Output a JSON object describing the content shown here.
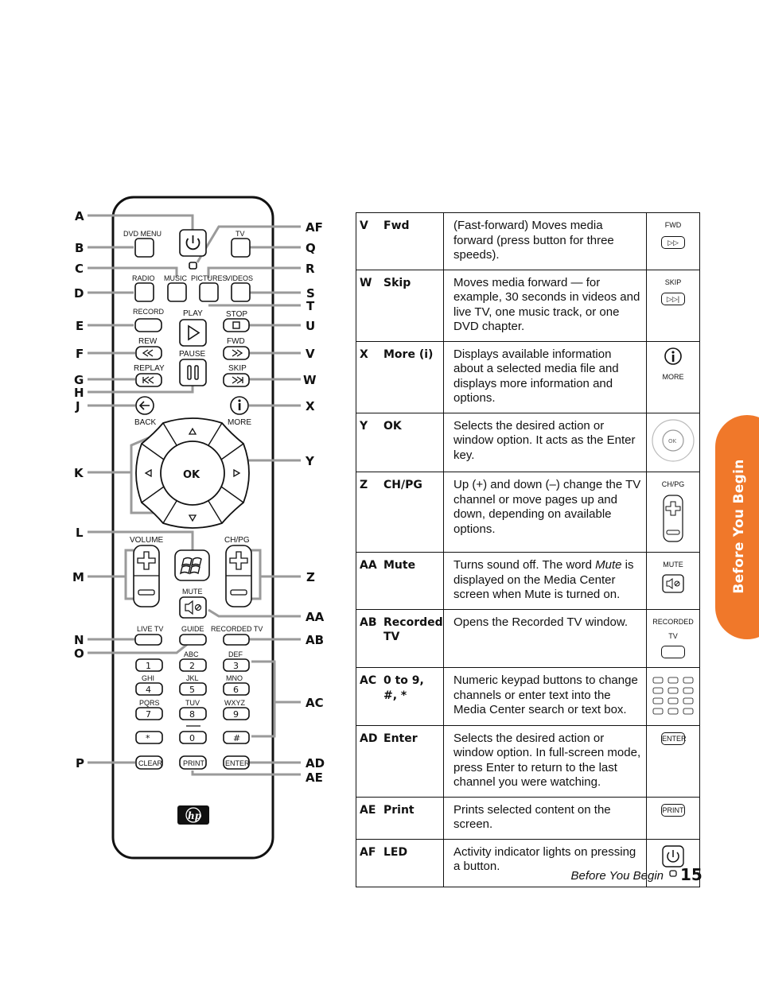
{
  "callouts": [
    "A",
    "B",
    "C",
    "D",
    "E",
    "F",
    "G",
    "H",
    "J",
    "K",
    "L",
    "M",
    "N",
    "O",
    "P",
    "AF",
    "Q",
    "R",
    "S",
    "T",
    "U",
    "V",
    "W",
    "X",
    "Y",
    "Z",
    "AA",
    "AB",
    "AC",
    "AD",
    "AE"
  ],
  "remote": {
    "dvd_menu": "DVD MENU",
    "tv": "TV",
    "radio": "RADIO",
    "music": "MUSIC",
    "pictures": "PICTURES",
    "videos": "VIDEOS",
    "record": "RECORD",
    "play": "PLAY",
    "stop": "STOP",
    "rew": "REW",
    "pause": "PAUSE",
    "fwd": "FWD",
    "replay": "REPLAY",
    "skip": "SKIP",
    "back": "BACK",
    "more": "MORE",
    "ok": "OK",
    "volume": "VOLUME",
    "chpg": "CH/PG",
    "mute": "MUTE",
    "live_tv": "LIVE TV",
    "guide": "GUIDE",
    "recorded_tv": "RECORDED TV",
    "clear": "CLEAR",
    "print": "PRINT",
    "enter": "ENTER",
    "keypad_letters": [
      "ABC",
      "DEF",
      "GHI",
      "JKL",
      "MNO",
      "PQRS",
      "TUV",
      "WXYZ"
    ],
    "keypad_digits": [
      "1",
      "2",
      "3",
      "4",
      "5",
      "6",
      "7",
      "8",
      "9",
      "*",
      "0",
      "#"
    ],
    "logo": "hp"
  },
  "table": {
    "rows": [
      {
        "code": "V",
        "name": "Fwd",
        "desc": "(Fast-forward) Moves media forward (press button for three speeds).",
        "icon": "fwd-icon",
        "icon_label": "FWD"
      },
      {
        "code": "W",
        "name": "Skip",
        "desc": "Moves media forward — for example, 30 seconds in videos and live TV, one music track, or one DVD chapter.",
        "icon": "skip-icon",
        "icon_label": "SKIP"
      },
      {
        "code": "X",
        "name": "More (i)",
        "desc": "Displays available information about a selected media file and displays more information and options.",
        "icon": "info-icon",
        "icon_label": "MORE"
      },
      {
        "code": "Y",
        "name": "OK",
        "desc": "Selects the desired action or window option. It acts as the Enter key.",
        "icon": "ok-dpad-icon",
        "icon_label": "OK"
      },
      {
        "code": "Z",
        "name": "CH/PG",
        "desc": "Up (+) and down (–) change the TV channel or move pages up and down, depending on available options.",
        "icon": "chpg-rocker-icon",
        "icon_label": "CH/PG"
      },
      {
        "code": "AA",
        "name": "Mute",
        "desc_pre": "Turns sound off. The word ",
        "desc_em": "Mute",
        "desc_post": " is displayed on the Media Center screen when Mute is turned on.",
        "icon": "mute-icon",
        "icon_label": "MUTE"
      },
      {
        "code": "AB",
        "name": "Recorded TV",
        "desc": "Opens the Recorded TV window.",
        "icon": "recorded-tv-icon",
        "icon_label": "RECORDED TV"
      },
      {
        "code": "AC",
        "name": "0 to 9, #, *",
        "desc": "Numeric keypad buttons to change channels or enter text into the Media Center search or text box.",
        "icon": "keypad-icon",
        "icon_label": ""
      },
      {
        "code": "AD",
        "name": "Enter",
        "desc": "Selects the desired action or window option. In full-screen mode, press Enter to return to the last channel you were watching.",
        "icon": "enter-icon",
        "icon_label": "ENTER"
      },
      {
        "code": "AE",
        "name": "Print",
        "desc": "Prints selected content on the screen.",
        "icon": "print-icon",
        "icon_label": "PRINT"
      },
      {
        "code": "AF",
        "name": "LED",
        "desc": "Activity indicator lights on pressing a button.",
        "icon": "power-led-icon",
        "icon_label": ""
      }
    ]
  },
  "side_tab": "Before You Begin",
  "footer": {
    "section": "Before You Begin",
    "page": "15"
  },
  "colors": {
    "accent": "#f0782a",
    "leader": "#9a9a9a"
  }
}
